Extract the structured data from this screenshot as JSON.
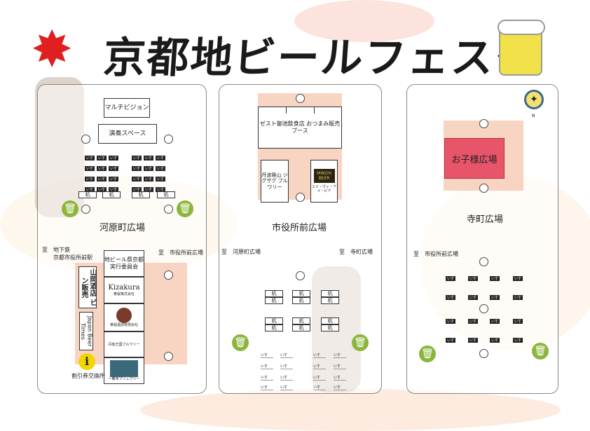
{
  "title": "京都地ビールフェスタ",
  "icons": {
    "logo": "maple-leaf-icon",
    "mug": "beer-mug-icon",
    "compass": "compass-icon",
    "trash": "trash-icon",
    "info": "info-icon"
  },
  "colors": {
    "red": "#e02020",
    "salmon": "#f6c9b4",
    "green": "#8bb63c",
    "kids": "#e8556a",
    "info": "#f2d600"
  },
  "compass_label": "N",
  "chair_label": "いす",
  "desk_label": "机",
  "kawaramachi": {
    "name": "河原町広場",
    "multivision": "マルチビジョン",
    "stage": "演奏スペース",
    "to_subway": "至　地下鉄",
    "to_subway2": "京都市役所前駅",
    "to_city_hall": "至　市役所前広場",
    "vendors": [
      "地ビール祭京都 実行委員会",
      "Kizakura",
      "黄桜株式会社",
      "黄桜酒造有限会社",
      "丹後王国ブルワリー",
      "一乗寺ブリュワリー"
    ],
    "yamaoka": "山岡酒店 ビン販売",
    "jbt": "Japan Beer Times",
    "info": "割引券交換所"
  },
  "shiyakusho": {
    "name": "市役所前広場",
    "zest": "ゼスト御池飲食店 おつまみ販売ブース",
    "tamba": "丹波篠山 ジグザグ ブルワリー",
    "minoh_logo": "MINOH BEER",
    "minoh": "エイ・ヴィ・アイ・ビア",
    "to_kawaramachi": "至　河原町広場",
    "to_teramachi": "至　寺町広場"
  },
  "teramachi": {
    "name": "寺町広場",
    "kids": "お子様広場",
    "to_city_hall": "至　市役所前広場"
  }
}
